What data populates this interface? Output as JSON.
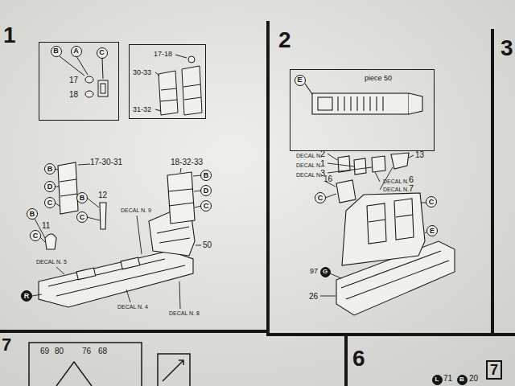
{
  "diagram": {
    "nodes": [
      {
        "text": [
          "17",
          "18"
        ]
      },
      {
        "text": [
          "B"
        ],
        "in": 0
      },
      {
        "text": [
          "A"
        ],
        "in": 0
      },
      {
        "text": [
          "C"
        ],
        "in": 0
      },
      {
        "text": [
          "17-18",
          "30-33",
          "31-32"
        ]
      },
      {
        "text": [
          "B"
        ]
      },
      {
        "text": [
          "D"
        ]
      },
      {
        "text": [
          "C"
        ]
      },
      {
        "text": [
          "B"
        ]
      },
      {
        "text": [
          "C"
        ]
      },
      {
        "text": [
          "B"
        ]
      },
      {
        "text": [
          "C"
        ]
      },
      {
        "text": [
          "B"
        ]
      },
      {
        "text": [
          "D"
        ]
      },
      {
        "text": [
          "C"
        ]
      },
      {
        "text": [
          "R"
        ]
      },
      {
        "text": [
          "piece 50"
        ]
      },
      {
        "text": [
          "E"
        ],
        "in": 16
      },
      {
        "text": [
          "C"
        ]
      },
      {
        "text": [
          "C"
        ]
      },
      {
        "text": [
          "E"
        ]
      },
      {
        "text": [
          "G"
        ]
      },
      {
        "text": [
          "L"
        ]
      },
      {
        "text": [
          "B"
        ]
      },
      {
        "text": [
          "7"
        ]
      }
    ],
    "labels": [
      "1",
      "2",
      "3",
      "17-30-31",
      "18-32-33",
      "12",
      "11",
      "DECAL N. 9",
      "50",
      "DECAL N. 5",
      "DECAL N. 4",
      "DECAL N. 8",
      "DECAL N.",
      "2",
      "DECAL N.",
      "1",
      "DECAL N.",
      "3",
      "13",
      "16",
      "DECAL N.",
      "6",
      "DECAL N.",
      "7",
      "97",
      "26",
      "7",
      "69",
      "80",
      "76",
      "68",
      "6",
      "71",
      "20"
    ]
  }
}
